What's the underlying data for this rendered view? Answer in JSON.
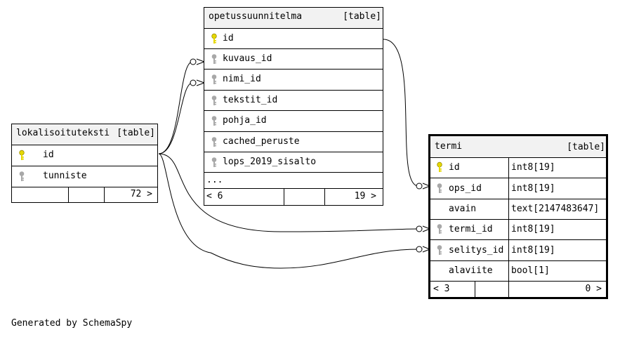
{
  "colors": {
    "primary_key": "#e6d800",
    "foreign_key": "#a8a8a8",
    "header_bg": "#f2f2f2",
    "line": "#000000"
  },
  "tables": {
    "lokalisoituteksti": {
      "name": "lokalisoituteksti",
      "type": "[table]",
      "columns": [
        {
          "name": "id",
          "key": "primary-key-icon"
        },
        {
          "name": "tunniste",
          "key": "foreign-key-icon"
        }
      ],
      "footer": {
        "left": "",
        "right": "72 >"
      }
    },
    "opetussuunnitelma": {
      "name": "opetussuunnitelma",
      "type": "[table]",
      "columns": [
        {
          "name": "id",
          "key": "primary-key-icon"
        },
        {
          "name": "kuvaus_id",
          "key": "foreign-key-icon"
        },
        {
          "name": "nimi_id",
          "key": "foreign-key-icon"
        },
        {
          "name": "tekstit_id",
          "key": "foreign-key-icon"
        },
        {
          "name": "pohja_id",
          "key": "foreign-key-icon"
        },
        {
          "name": "cached_peruste",
          "key": "foreign-key-icon"
        },
        {
          "name": "lops_2019_sisalto",
          "key": "foreign-key-icon"
        }
      ],
      "more": "...",
      "footer": {
        "left": "< 6",
        "right": "19 >"
      }
    },
    "termi": {
      "name": "termi",
      "type": "[table]",
      "columns": [
        {
          "name": "id",
          "datatype": "int8[19]",
          "key": "primary-key-icon"
        },
        {
          "name": "ops_id",
          "datatype": "int8[19]",
          "key": "foreign-key-icon"
        },
        {
          "name": "avain",
          "datatype": "text[2147483647]",
          "key": ""
        },
        {
          "name": "termi_id",
          "datatype": "int8[19]",
          "key": "foreign-key-icon"
        },
        {
          "name": "selitys_id",
          "datatype": "int8[19]",
          "key": "foreign-key-icon"
        },
        {
          "name": "alaviite",
          "datatype": "bool[1]",
          "key": ""
        }
      ],
      "footer": {
        "left": "< 3",
        "right": "0 >"
      }
    }
  },
  "generated_by": "Generated by SchemaSpy"
}
